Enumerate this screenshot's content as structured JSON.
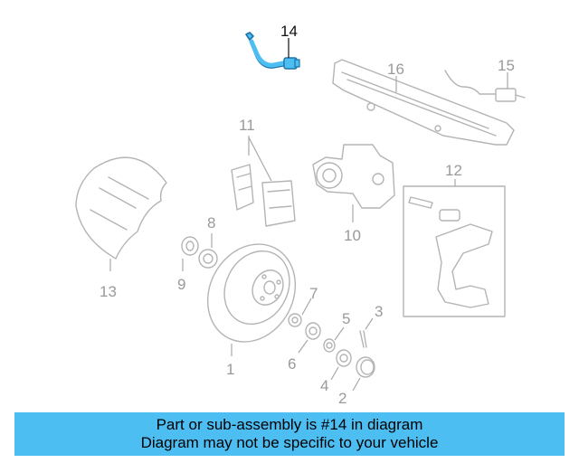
{
  "diagram": {
    "highlight_color": "#4dbef2",
    "part_color": "#b4b4b4",
    "callouts": {
      "c14": "14",
      "c16": "16",
      "c15": "15",
      "c11": "11",
      "c12": "12",
      "c8": "8",
      "c9": "9",
      "c10": "10",
      "c13": "13",
      "c7": "7",
      "c5": "5",
      "c3": "3",
      "c6": "6",
      "c1": "1",
      "c4": "4",
      "c2": "2"
    }
  },
  "banner": {
    "line1": "Part or sub-assembly is #14 in diagram",
    "line2": "Diagram may not be specific to your vehicle"
  }
}
